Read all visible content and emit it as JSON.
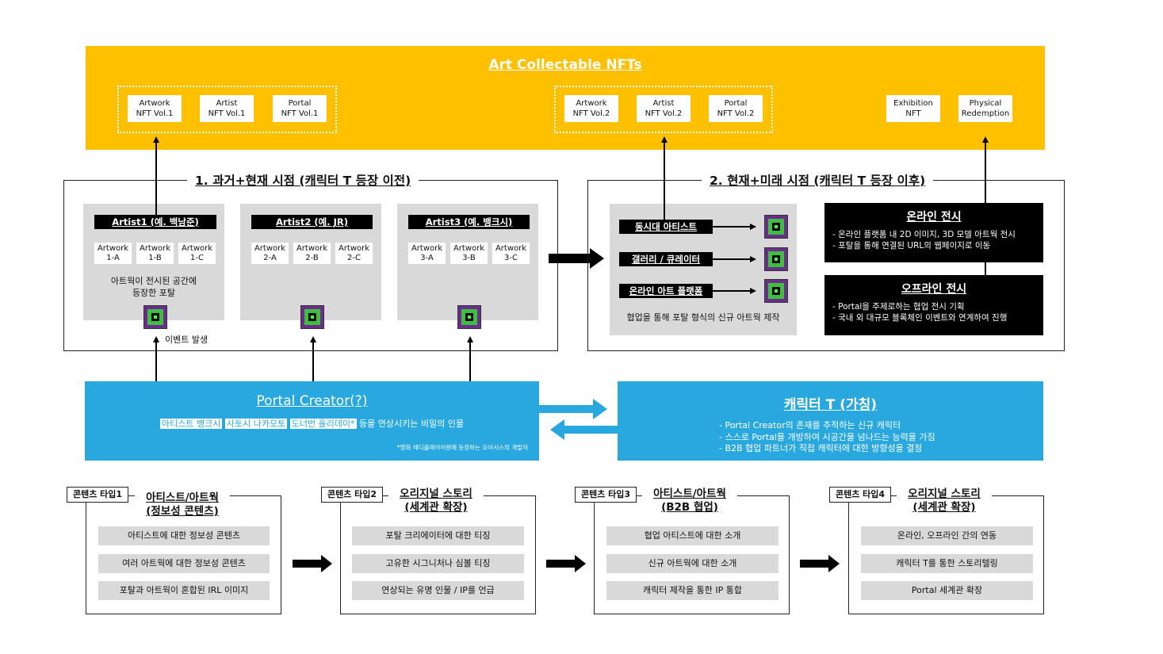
{
  "nft": {
    "title": "Art Collectable NFTs",
    "group1": [
      {
        "line1": "Artwork",
        "line2": "NFT Vol.1"
      },
      {
        "line1": "Artist",
        "line2": "NFT Vol.1"
      },
      {
        "line1": "Portal",
        "line2": "NFT Vol.1"
      }
    ],
    "group2": [
      {
        "line1": "Artwork",
        "line2": "NFT Vol.2"
      },
      {
        "line1": "Artist",
        "line2": "NFT Vol.2"
      },
      {
        "line1": "Portal",
        "line2": "NFT Vol.2"
      }
    ],
    "extra": [
      {
        "line1": "Exhibition",
        "line2": "NFT"
      },
      {
        "line1": "Physical",
        "line2": "Redemption"
      }
    ]
  },
  "left_section": {
    "title": "1. 과거+현재 시점 (캐릭터 T 등장 이전)",
    "artists": [
      {
        "name": "Artist1 (예. 백남준)",
        "works": [
          [
            "Artwork",
            "1-A"
          ],
          [
            "Artwork",
            "1-B"
          ],
          [
            "Artwork",
            "1-C"
          ]
        ]
      },
      {
        "name": "Artist2 (예. JR)",
        "works": [
          [
            "Artwork",
            "2-A"
          ],
          [
            "Artwork",
            "2-B"
          ],
          [
            "Artwork",
            "2-C"
          ]
        ]
      },
      {
        "name": "Artist3 (예. 뱅크시)",
        "works": [
          [
            "Artwork",
            "3-A"
          ],
          [
            "Artwork",
            "3-B"
          ],
          [
            "Artwork",
            "3-C"
          ]
        ]
      }
    ],
    "portal_note_line1": "아트웍이 전시된 공간에",
    "portal_note_line2": "등장한 포탈",
    "event_label": "이벤트 발생"
  },
  "right_section": {
    "title": "2. 현재+미래 시점 (캐릭터 T 등장 이후)",
    "collab_items": [
      "동시대 아티스트",
      "갤러리 / 큐레이터",
      "온라인 아트 플랫폼"
    ],
    "collab_caption": "협업을 통해 포탈 형식의 신규 아트웍 제작",
    "online": {
      "title": "온라인 전시",
      "lines": [
        "- 온라인 플랫폼 내 2D 이미지, 3D 모델 아트웍 전시",
        "- 포탈을 통해 연결된 URL의 웹페이지로 이동"
      ]
    },
    "offline": {
      "title": "오프라인 전시",
      "lines": [
        "- Portal을 주제로하는 협업 전시 기획",
        "- 국내 외 대규모 블록체인 이벤트와 연계하여 진행"
      ]
    }
  },
  "portal_creator": {
    "title": "Portal Creator(?)",
    "tags": [
      "아티스트 뱅크시",
      "사토시 나카모토",
      "도너번 홀리데이*"
    ],
    "desc": "등을 연상시키는 비밀의 인물",
    "footnote": "*영화 레디플레이어원에 등장하는 오아시스의 개발자"
  },
  "character_t": {
    "title": "캐릭터 T (가칭)",
    "lines": [
      "- Portal Creator의 존재를 추적하는 신규 캐릭터",
      "- 스스로 Portal을 개방하여 시공간을 넘나드는 능력을 가짐",
      "- B2B 협업 파트너가 직접 캐릭터에 대한 방향성을 결정"
    ]
  },
  "content_types": [
    {
      "tag": "콘텐츠 타입1",
      "title1": "아티스트/아트웍",
      "title2": "(정보성 콘텐츠)",
      "items": [
        "아티스트에 대한 정보성 콘텐츠",
        "여러 아트웍에 대한 정보성 콘텐츠",
        "포탈과 아트웍이 혼합된  IRL 이미지"
      ]
    },
    {
      "tag": "콘텐츠 타입2",
      "title1": "오리지널 스토리",
      "title2": "(세계관 확장)",
      "items": [
        "포탈 크리에이터에 대한 티징",
        "고유한 시그니처나 심볼 티징",
        "연상되는 유명 인물 / IP를 언급"
      ]
    },
    {
      "tag": "콘텐츠 타입3",
      "title1": "아티스트/아트웍",
      "title2": "(B2B 협업)",
      "items": [
        "협업 아티스트에 대한 소개",
        "신규 아트웍에 대한 소개",
        "캐릭터 제작을 통한 IP 통합"
      ]
    },
    {
      "tag": "콘텐츠 타입4",
      "title1": "오리지널 스토리",
      "title2": "(세계관 확장)",
      "items": [
        "온라인, 오프라인 간의 연동",
        "캐릭터 T를 통한 스토리텔링",
        "Portal 세계관 확장"
      ]
    }
  ],
  "colors": {
    "yellow": "#FFC000",
    "blue": "#29A8E0",
    "gray": "#D9D9D9"
  }
}
